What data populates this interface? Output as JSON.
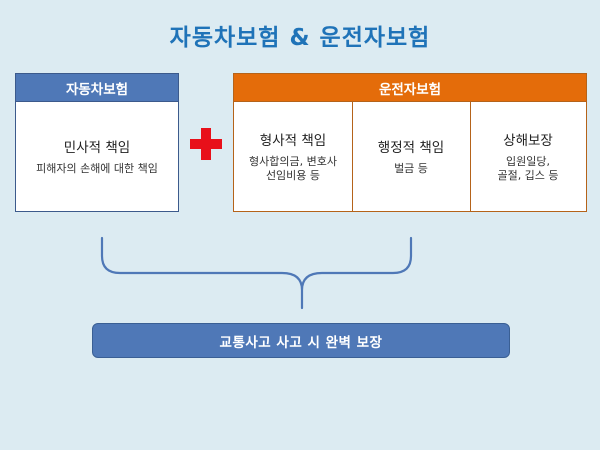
{
  "title": "자동차보험 & 운전자보험",
  "auto_insurance": {
    "header": "자동차보험",
    "item": {
      "main": "민사적 책임",
      "sub": "피해자의 손해에 대한 책임"
    }
  },
  "driver_insurance": {
    "header": "운전자보험",
    "items": [
      {
        "main": "형사적 책임",
        "sub": "형사합의금, 변호사\n선임비용 등"
      },
      {
        "main": "행정적 책임",
        "sub": "벌금 등"
      },
      {
        "main": "상해보장",
        "sub": "입원일당,\n골절, 깁스 등"
      }
    ]
  },
  "result": "교통사고 사고 시 완벽 보장",
  "colors": {
    "title": "#1f73b8",
    "auto_header": "#4f78b7",
    "driver_header": "#e46c0a",
    "plus": "#e8101a",
    "brace": "#4f78b7",
    "result": "#4f78b7"
  }
}
